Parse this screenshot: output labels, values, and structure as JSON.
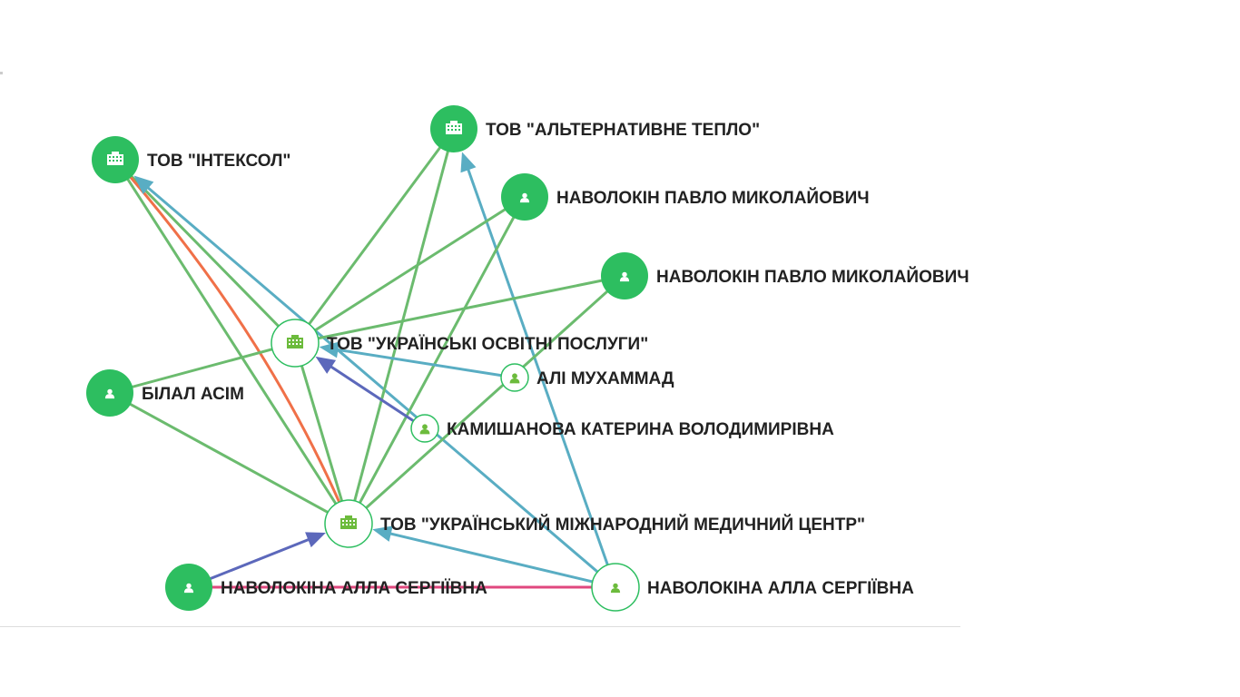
{
  "colors": {
    "node_fill": "#2dbe60",
    "node_outline": "#2dbe60",
    "icon_outline": "#6cbb3c",
    "edge_green": "#6bbb6e",
    "edge_blue": "#59adc3",
    "edge_purple": "#5c68bb",
    "edge_orange": "#f07048",
    "edge_pink": "#e0487e"
  },
  "nodes": [
    {
      "id": "intexsol",
      "label": "ТОВ \"ІНТЕКСОЛ\"",
      "kind": "company",
      "style": "filled"
    },
    {
      "id": "alt_teplo",
      "label": "ТОВ \"АЛЬТЕРНАТИВНЕ ТЕПЛО\"",
      "kind": "company",
      "style": "filled"
    },
    {
      "id": "navolokin1",
      "label": "НАВОЛОКІН ПАВЛО МИКОЛАЙОВИЧ",
      "kind": "person",
      "style": "filled"
    },
    {
      "id": "navolokin2",
      "label": "НАВОЛОКІН ПАВЛО МИКОЛАЙОВИЧ",
      "kind": "person",
      "style": "filled"
    },
    {
      "id": "uop",
      "label": "ТОВ \"УКРАЇНСЬКІ ОСВІТНІ ПОСЛУГИ\"",
      "kind": "company",
      "style": "outline"
    },
    {
      "id": "ali",
      "label": "АЛІ МУХАММАД",
      "kind": "person",
      "style": "outline"
    },
    {
      "id": "bilal",
      "label": "БІЛАЛ АСІМ",
      "kind": "person",
      "style": "filled"
    },
    {
      "id": "kamyshanova",
      "label": "КАМИШАНОВА КАТЕРИНА ВОЛОДИМИРІВНА",
      "kind": "person",
      "style": "outline"
    },
    {
      "id": "ummc",
      "label": "ТОВ \"УКРАЇНСЬКИЙ МІЖНАРОДНИЙ МЕДИЧНИЙ ЦЕНТР\"",
      "kind": "company",
      "style": "outline"
    },
    {
      "id": "alla1",
      "label": "НАВОЛОКІНА АЛЛА СЕРГІЇВНА",
      "kind": "person",
      "style": "filled"
    },
    {
      "id": "alla2",
      "label": "НАВОЛОКІНА АЛЛА СЕРГІЇВНА",
      "kind": "person",
      "style": "outline"
    }
  ],
  "edges": [
    {
      "from": "intexsol",
      "to": "uop",
      "color": "edge_green",
      "arrow": false
    },
    {
      "from": "intexsol",
      "to": "ummc",
      "color": "edge_green",
      "arrow": false
    },
    {
      "from": "intexsol",
      "to": "ummc",
      "color": "edge_orange",
      "arrow": false,
      "curved": true
    },
    {
      "from": "alla2",
      "to": "intexsol",
      "color": "edge_blue",
      "arrow": true
    },
    {
      "from": "alt_teplo",
      "to": "uop",
      "color": "edge_green",
      "arrow": false
    },
    {
      "from": "alt_teplo",
      "to": "ummc",
      "color": "edge_green",
      "arrow": false
    },
    {
      "from": "alla2",
      "to": "alt_teplo",
      "color": "edge_blue",
      "arrow": true
    },
    {
      "from": "navolokin1",
      "to": "uop",
      "color": "edge_green",
      "arrow": false
    },
    {
      "from": "navolokin1",
      "to": "ummc",
      "color": "edge_green",
      "arrow": false
    },
    {
      "from": "navolokin2",
      "to": "uop",
      "color": "edge_green",
      "arrow": false
    },
    {
      "from": "navolokin2",
      "to": "ummc",
      "color": "edge_green",
      "arrow": false
    },
    {
      "from": "ali",
      "to": "uop",
      "color": "edge_blue",
      "arrow": true
    },
    {
      "from": "bilal",
      "to": "uop",
      "color": "edge_green",
      "arrow": false
    },
    {
      "from": "bilal",
      "to": "ummc",
      "color": "edge_green",
      "arrow": false
    },
    {
      "from": "kamyshanova",
      "to": "uop",
      "color": "edge_purple",
      "arrow": true
    },
    {
      "from": "uop",
      "to": "ummc",
      "color": "edge_green",
      "arrow": false
    },
    {
      "from": "alla1",
      "to": "ummc",
      "color": "edge_purple",
      "arrow": true
    },
    {
      "from": "alla1",
      "to": "alla2",
      "color": "edge_pink",
      "arrow": false
    },
    {
      "from": "alla2",
      "to": "ummc",
      "color": "edge_blue",
      "arrow": true
    }
  ]
}
